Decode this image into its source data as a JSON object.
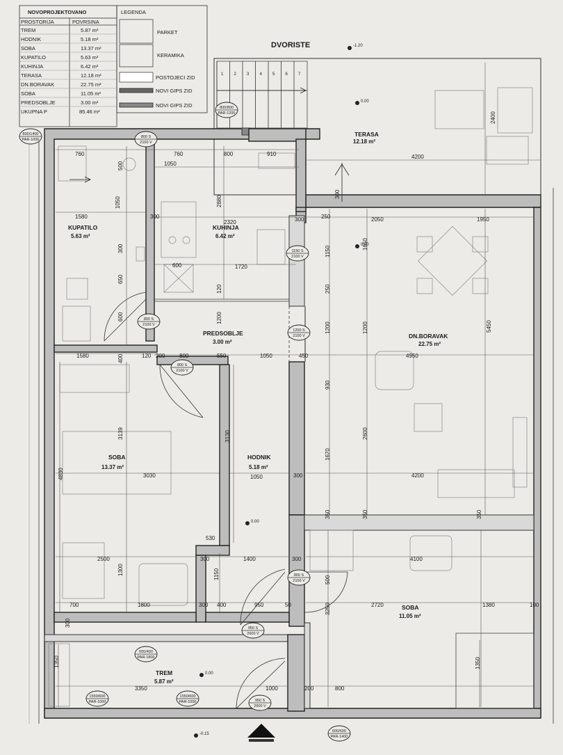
{
  "table": {
    "header": "NOVOPROJEKTOVANO",
    "col_room": "PROSTORIJA",
    "col_area": "POVRSINA",
    "rows": [
      {
        "room": "TREM",
        "area": "5.87 m²"
      },
      {
        "room": "HODNIK",
        "area": "5.18 m²"
      },
      {
        "room": "SOBA",
        "area": "13.37 m²"
      },
      {
        "room": "KUPATILO",
        "area": "5.63 m²"
      },
      {
        "room": "KUHINJA",
        "area": "6.42 m²"
      },
      {
        "room": "TERASA",
        "area": "12.18 m²"
      },
      {
        "room": "DN.BORAVAK",
        "area": "22.75 m²"
      },
      {
        "room": "SOBA",
        "area": "11.05 m²"
      },
      {
        "room": "PREDSOBLJE",
        "area": "3.00 m²"
      }
    ],
    "total_label": "UKUPNA P",
    "total_value": "85.46 m²"
  },
  "legend": {
    "title": "LEGENDA",
    "items": [
      "PARKET",
      "KERAMIKA",
      "POSTOJECI ZID",
      "NOVI GIPS ZID",
      "NOVI GIPS ZID"
    ]
  },
  "yard": {
    "label": "DVORISTE",
    "level": "-1.20"
  },
  "rooms": {
    "terasa": {
      "name": "TERASA",
      "area": "12.18 m²",
      "level": "0.00"
    },
    "kupatilo": {
      "name": "KUPATILO",
      "area": "5.63 m²"
    },
    "kuhinja": {
      "name": "KUHINJA",
      "area": "6.42 m²"
    },
    "predsoblje": {
      "name": "PREDSOBLJE",
      "area": "3.00 m²"
    },
    "boravak": {
      "name": "DN.BORAVAK",
      "area": "22.75 m²",
      "level": "0.00"
    },
    "soba1": {
      "name": "SOBA",
      "area": "13.37 m²"
    },
    "hodnik": {
      "name": "HODNIK",
      "area": "5.18 m²",
      "level": "0.00"
    },
    "soba2": {
      "name": "SOBA",
      "area": "11.05 m²"
    },
    "trem": {
      "name": "TREM",
      "area": "5.87 m²",
      "level": "0.00"
    }
  },
  "levels": {
    "entrance": "-0.15"
  },
  "stairs": [
    "1",
    "2",
    "3",
    "4",
    "5",
    "6",
    "7"
  ],
  "doors": [
    "800 S\n2100 V",
    "800 S\n2100 V",
    "800 S\n2100 V",
    "1200 S\n2100 V",
    "1150 S\n2100 V",
    "800 S\n2100 V",
    "950 S\n2600 V",
    "950 S\n2600 V"
  ],
  "windows": [
    "800/800\nPAR-1200",
    "800/1400\nPAR-1000",
    "600/400\nPAR-1800",
    "1550/600\nPAR-1000",
    "1550/600\nPAR-1000",
    "600/600\nPAR-1400"
  ],
  "dims": {
    "d760a": "760",
    "d760b": "760",
    "d800top": "800",
    "d910": "910",
    "d1050a": "1050",
    "d2400": "2400",
    "d4200a": "4200",
    "d500": "500",
    "d1580a": "1580",
    "d2880": "2880",
    "d2320": "2320",
    "d300a": "300",
    "d300b": "300",
    "d300c": "300",
    "d250a": "250",
    "d2050": "2050",
    "d1950": "1950",
    "d1650": "1650",
    "d1150a": "1150",
    "d1050b": "1050",
    "d300d": "300",
    "d600a": "600",
    "d1720": "1720",
    "d650": "650",
    "d120a": "120",
    "d250b": "250",
    "d600b": "600",
    "d1200a": "1200",
    "d1200b": "1200",
    "d1200c": "1200",
    "d5450": "5450",
    "d1580b": "1580",
    "d120b": "120",
    "d200": "200",
    "d800b": "800",
    "d550": "550",
    "d1050c": "1050",
    "d450": "450",
    "d4950": "4950",
    "d400": "400",
    "d930": "930",
    "d3139": "3139",
    "d3130": "3130",
    "d2600": "2600",
    "d3030": "3030",
    "d4830": "4830",
    "d1670": "1670",
    "d1050d": "1050",
    "d300e": "300",
    "d4200b": "4200",
    "d350a": "350",
    "d350b": "350",
    "d350c": "350",
    "d530": "530",
    "d2500": "2500",
    "d300f": "300",
    "d1400": "1400",
    "d300g": "300",
    "d4100": "4100",
    "d1300": "1300",
    "d1150b": "1150",
    "d500b": "500",
    "d700": "700",
    "d1800": "1800",
    "d300h": "300",
    "d400b": "400",
    "d950": "950",
    "d50": "50",
    "d2720": "2720",
    "d1380": "1380",
    "d100": "100",
    "d3250": "3250",
    "d300i": "300",
    "d1350a": "1350",
    "d3350": "3350",
    "d1000": "1000",
    "d200b": "200",
    "d800c": "800",
    "d1350b": "1350"
  }
}
